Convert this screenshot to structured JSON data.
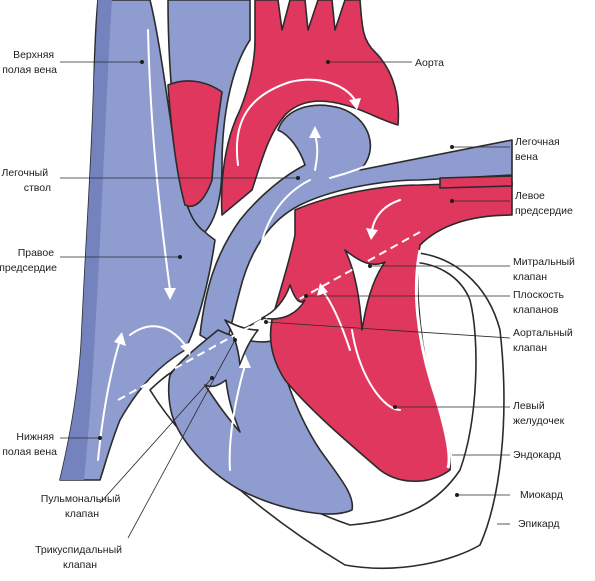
{
  "labels": {
    "svc": [
      "Верхняя",
      "полая вена"
    ],
    "aorta": [
      "Аорта"
    ],
    "pulm_vein": [
      "Легочная",
      "вена"
    ],
    "pulm_trunk": [
      "Легочный",
      "ствол"
    ],
    "left_atrium": [
      "Левое",
      "предсердие"
    ],
    "right_atrium": [
      "Правое",
      "предсердие"
    ],
    "mitral": [
      "Митральный",
      "клапан"
    ],
    "valve_plane": [
      "Плоскость",
      "клапанов"
    ],
    "aortic": [
      "Аортальный",
      "клапан"
    ],
    "left_ventricle": [
      "Левый",
      "желудочек"
    ],
    "ivc": [
      "Нижняя",
      "полая вена"
    ],
    "endocardium": [
      "Эндокард"
    ],
    "myocardium": [
      "Миокард"
    ],
    "epicardium": [
      "Эпикард"
    ],
    "pulm_valve": [
      "Пульмональный",
      "клапан"
    ],
    "tricuspid": [
      "Трикуспидальный",
      "клапан"
    ]
  },
  "colors": {
    "venous": "#8e9ccf",
    "venous_dark": "#7483bd",
    "arterial": "#e0375e",
    "arterial_dark": "#c82a4f",
    "wall": "#ffffff"
  }
}
